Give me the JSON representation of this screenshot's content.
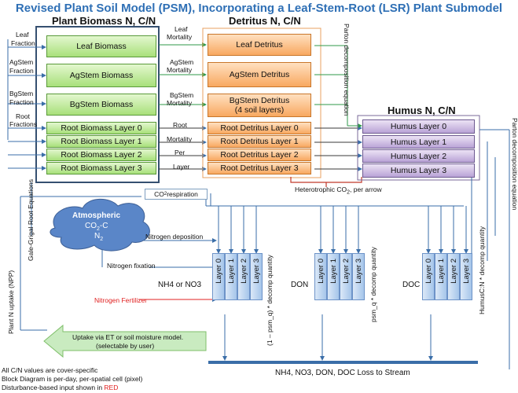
{
  "title": "Revised Plant Soil Model (PSM), Incorporating a Leaf-Stem-Root (LSR) Plant Submodel",
  "headers": {
    "plant": "Plant Biomass N, C/N",
    "detritus": "Detritus N, C/N",
    "humus": "Humus N, C/N"
  },
  "plant_boxes": [
    "Leaf Biomass",
    "AgStem Biomass",
    "BgStem Biomass",
    "Root Biomass Layer 0",
    "Root Biomass Layer 1",
    "Root Biomass Layer 2",
    "Root Biomass Layer 3"
  ],
  "detritus_boxes": [
    "Leaf Detritus",
    "AgStem Detritus",
    "BgStem Detritus",
    "(4 soil layers)",
    "Root Detritus Layer 0",
    "Root Detritus Layer 1",
    "Root Detritus Layer 2",
    "Root Detritus Layer 3"
  ],
  "humus_boxes": [
    "Humus Layer 0",
    "Humus Layer 1",
    "Humus Layer 2",
    "Humus Layer 3"
  ],
  "fractions": [
    "Leaf",
    "Fraction",
    "AgStem",
    "Fraction",
    "BgStem",
    "Fraction",
    "Root",
    "Fractions"
  ],
  "mortality": [
    "Leaf",
    "Mortality",
    "AgStem",
    "Mortality",
    "BgStem",
    "Mortality",
    "Root",
    "Mortality",
    "Per",
    "Layer"
  ],
  "labels": {
    "parton1": "Parton decomposition equation",
    "parton2": "Parton decomposition equation",
    "heterotrophic1": "Heterotrophic CO",
    "heterotrophic_sub": "2",
    "heterotrophic2": ", per arrow",
    "co2_resp": "CO",
    "co2_sub": "2",
    "co2_resp_end": " respiration",
    "atmos1": "Atmospheric",
    "atmos2": "CO",
    "atmos2_sub": "2",
    "atmos2_end": "-C",
    "atmos3": "N",
    "atmos3_sub": "2",
    "gale": "Gale-Grigal Root Equations",
    "uptake_npp": "Plant N uptake (NPP)",
    "n_dep": "Nitrogen deposition",
    "n_fix": "Nitrogen fixation",
    "n_fert": "Nitrogen Fertilizer",
    "nh4": "NH4 or NO3",
    "don": "DON",
    "doc": "DOC",
    "decomp1": "(1 – psm_q) * decomp quantity",
    "decomp2": "psm_q * decomp quantity",
    "humus_cn": "HumusC:N * decomp quantity",
    "uptake_arrow": "Uptake  via ET or soil moisture model.",
    "uptake_arrow2": "(selectable by user)",
    "loss": "NH4, NO3, DON, DOC Loss to Stream",
    "note1": "All C/N values are cover-specific",
    "note2": "Block Diagram is per-day, per-spatial cell (pixel)",
    "note3_a": "Disturbance-based input shown in ",
    "note3_b": "RED"
  },
  "layers": [
    "Layer 0",
    "Layer 1",
    "Layer 2",
    "Layer 3"
  ],
  "colors": {
    "title": "#2e6fb5",
    "red": "#e02020",
    "arrow": "#3a6ea8",
    "green_arrow": "#2f9a4a"
  }
}
